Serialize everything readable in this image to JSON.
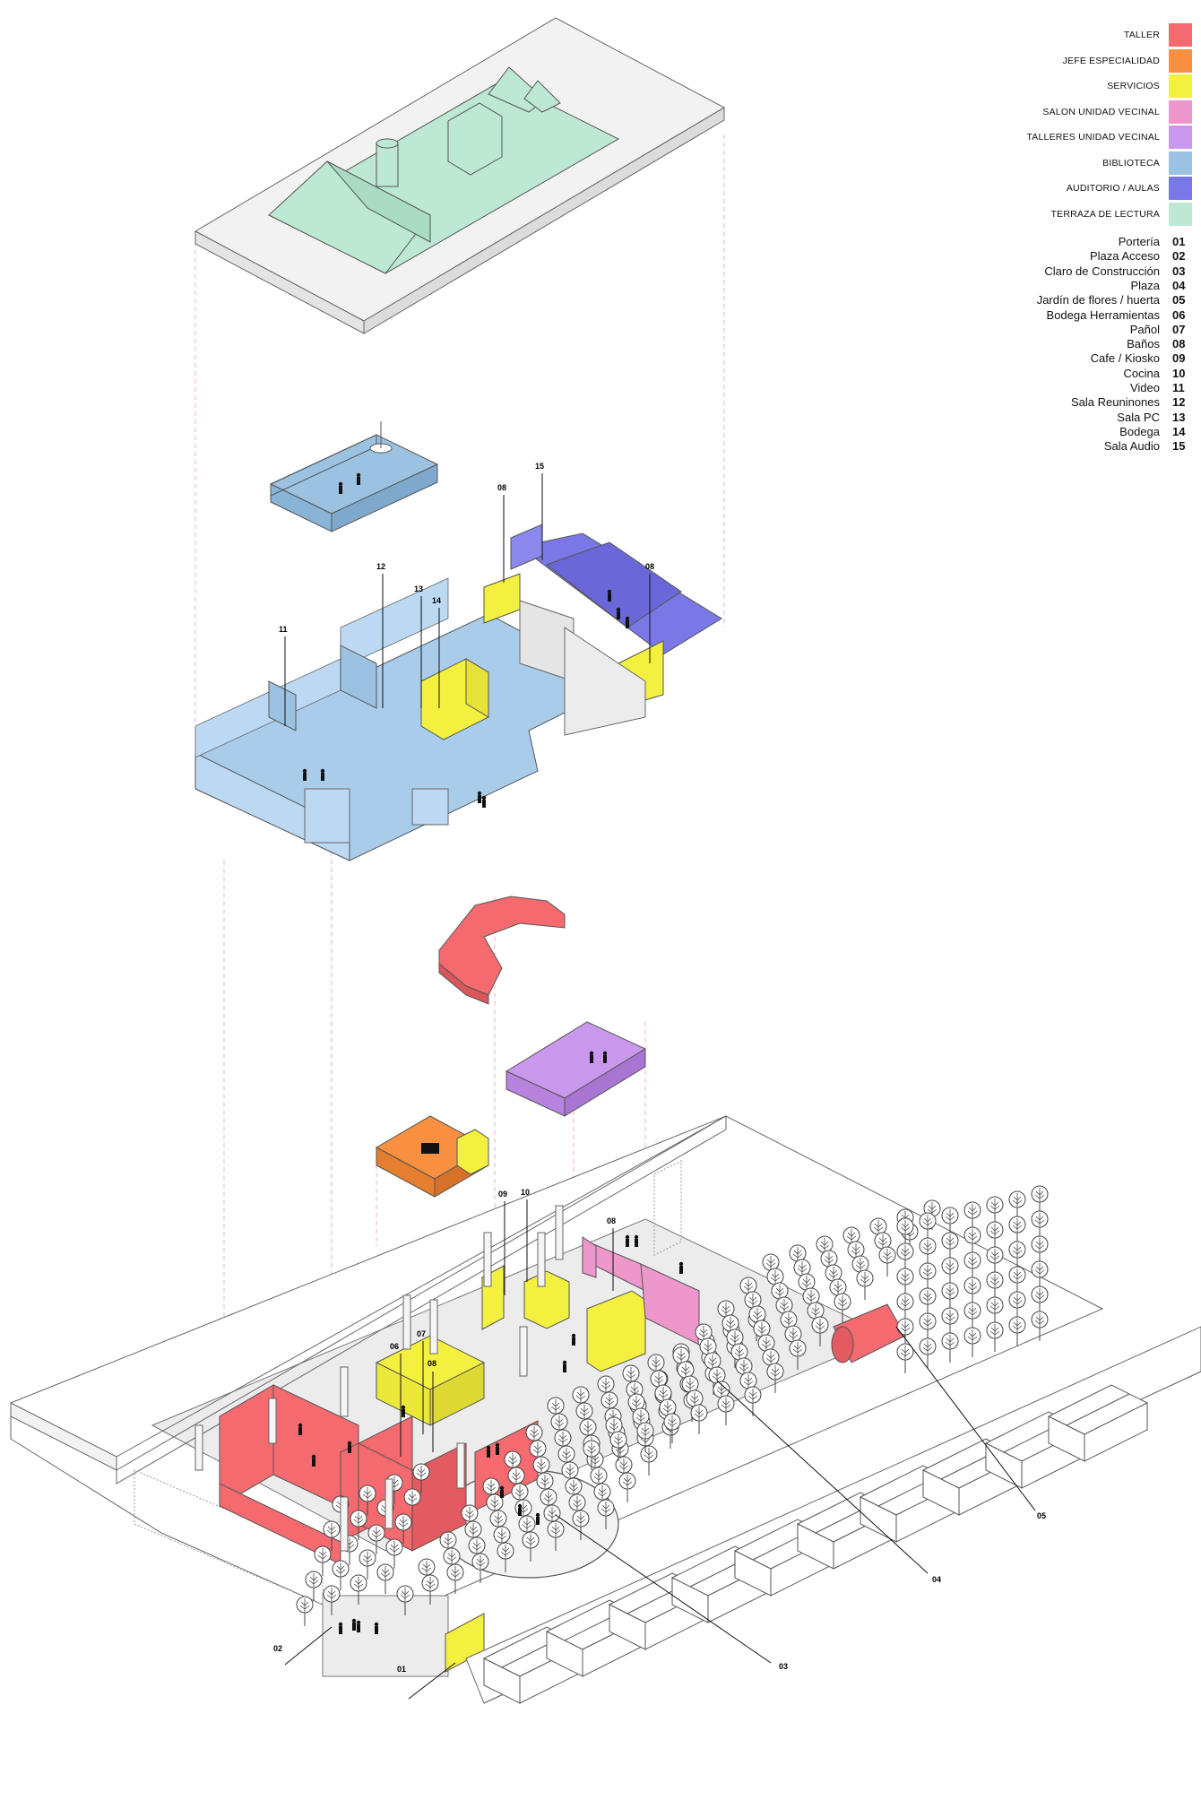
{
  "legend": {
    "programs": [
      {
        "label": "TALLER",
        "color": "#f46a6f"
      },
      {
        "label": "JEFE ESPECIALIDAD",
        "color": "#f79040"
      },
      {
        "label": "SERVICIOS",
        "color": "#f4f040"
      },
      {
        "label": "SALON UNIDAD VECINAL",
        "color": "#ee97cc"
      },
      {
        "label": "TALLERES UNIDAD VECINAL",
        "color": "#c997ec"
      },
      {
        "label": "BIBLIOTECA",
        "color": "#9bc2e0"
      },
      {
        "label": "AUDITORIO / AULAS",
        "color": "#7a78e6"
      },
      {
        "label": "TERRAZA DE LECTURA",
        "color": "#bde8d3"
      }
    ],
    "numbered": [
      {
        "name": "Portería",
        "num": "01"
      },
      {
        "name": "Plaza Acceso",
        "num": "02"
      },
      {
        "name": "Claro de Construcción",
        "num": "03"
      },
      {
        "name": "Plaza",
        "num": "04"
      },
      {
        "name": "Jardín de flores / huerta",
        "num": "05"
      },
      {
        "name": "Bodega Herramientas",
        "num": "06"
      },
      {
        "name": "Pañol",
        "num": "07"
      },
      {
        "name": "Baños",
        "num": "08"
      },
      {
        "name": "Cafe / Kiosko",
        "num": "09"
      },
      {
        "name": "Cocina",
        "num": "10"
      },
      {
        "name": "Video",
        "num": "11"
      },
      {
        "name": "Sala Reuninones",
        "num": "12"
      },
      {
        "name": "Sala PC",
        "num": "13"
      },
      {
        "name": "Bodega",
        "num": "14"
      },
      {
        "name": "Sala Audio",
        "num": "15"
      }
    ]
  },
  "callouts": {
    "c01": "01",
    "c02": "02",
    "c03": "03",
    "c04": "04",
    "c05": "05",
    "c06": "06",
    "c07": "07",
    "c08a": "08",
    "c08b": "08",
    "c08c": "08",
    "c08d": "08",
    "c09": "09",
    "c10": "10",
    "c11": "11",
    "c12": "12",
    "c13": "13",
    "c14": "14",
    "c15": "15"
  }
}
